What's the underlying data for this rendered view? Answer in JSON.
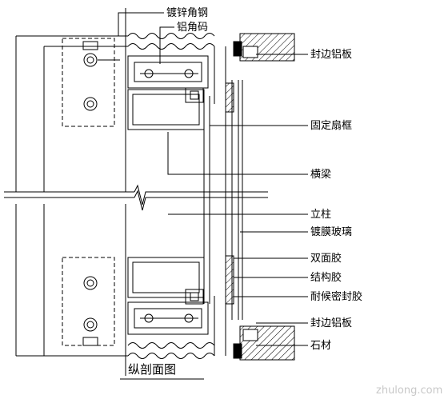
{
  "labels": {
    "galvanized_angle_steel": "镀锌角钢",
    "aluminum_angle_code": "铝角码",
    "edge_aluminum_panel_top": "封边铝板",
    "fixed_sash_frame": "固定扇框",
    "crossbeam": "横梁",
    "column": "立柱",
    "coated_glass": "镀膜玻璃",
    "double_sided_tape": "双面胶",
    "structural_sealant": "结构胶",
    "weather_sealant": "耐候密封胶",
    "edge_aluminum_panel_bottom": "封边铝板",
    "stone": "石材"
  },
  "caption": "纵剖面图",
  "watermark": "zhulong.com",
  "colors": {
    "line": "#000000",
    "background": "#ffffff",
    "watermark": "#c8c8c8"
  }
}
